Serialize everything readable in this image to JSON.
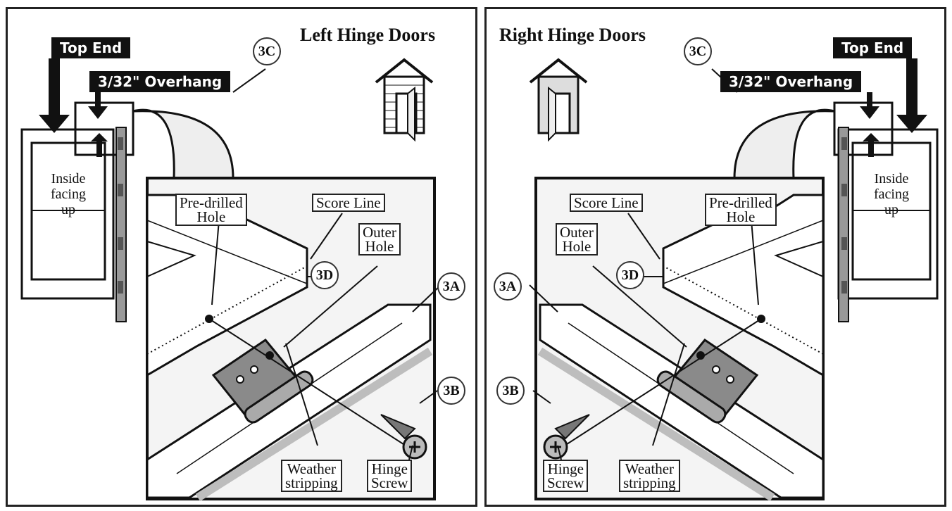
{
  "left": {
    "title": "Left Hinge Doors",
    "top_end": "Top End",
    "overhang": "3/32\" Overhang",
    "inside_line1": "Inside",
    "inside_line2": "facing",
    "inside_line3": "up",
    "callouts": {
      "c3A": "3A",
      "c3B": "3B",
      "c3C": "3C",
      "c3D": "3D"
    },
    "labels": {
      "pre_drilled_1": "Pre-drilled",
      "pre_drilled_2": "Hole",
      "score_line": "Score Line",
      "outer_1": "Outer",
      "outer_2": "Hole",
      "weather_1": "Weather",
      "weather_2": "stripping",
      "hinge_1": "Hinge",
      "hinge_2": "Screw"
    }
  },
  "right": {
    "title": "Right Hinge Doors",
    "top_end": "Top End",
    "overhang": "3/32\" Overhang",
    "inside_line1": "Inside",
    "inside_line2": "facing",
    "inside_line3": "up",
    "callouts": {
      "c3A": "3A",
      "c3B": "3B",
      "c3C": "3C",
      "c3D": "3D"
    },
    "labels": {
      "pre_drilled_1": "Pre-drilled",
      "pre_drilled_2": "Hole",
      "score_line": "Score Line",
      "outer_1": "Outer",
      "outer_2": "Hole",
      "weather_1": "Weather",
      "weather_2": "stripping",
      "hinge_1": "Hinge",
      "hinge_2": "Screw"
    }
  },
  "colors": {
    "ink": "#111111",
    "panel_fill": "#f4f4f4",
    "hinge": "#8a8a8a",
    "stripping": "#bdbdbd"
  }
}
